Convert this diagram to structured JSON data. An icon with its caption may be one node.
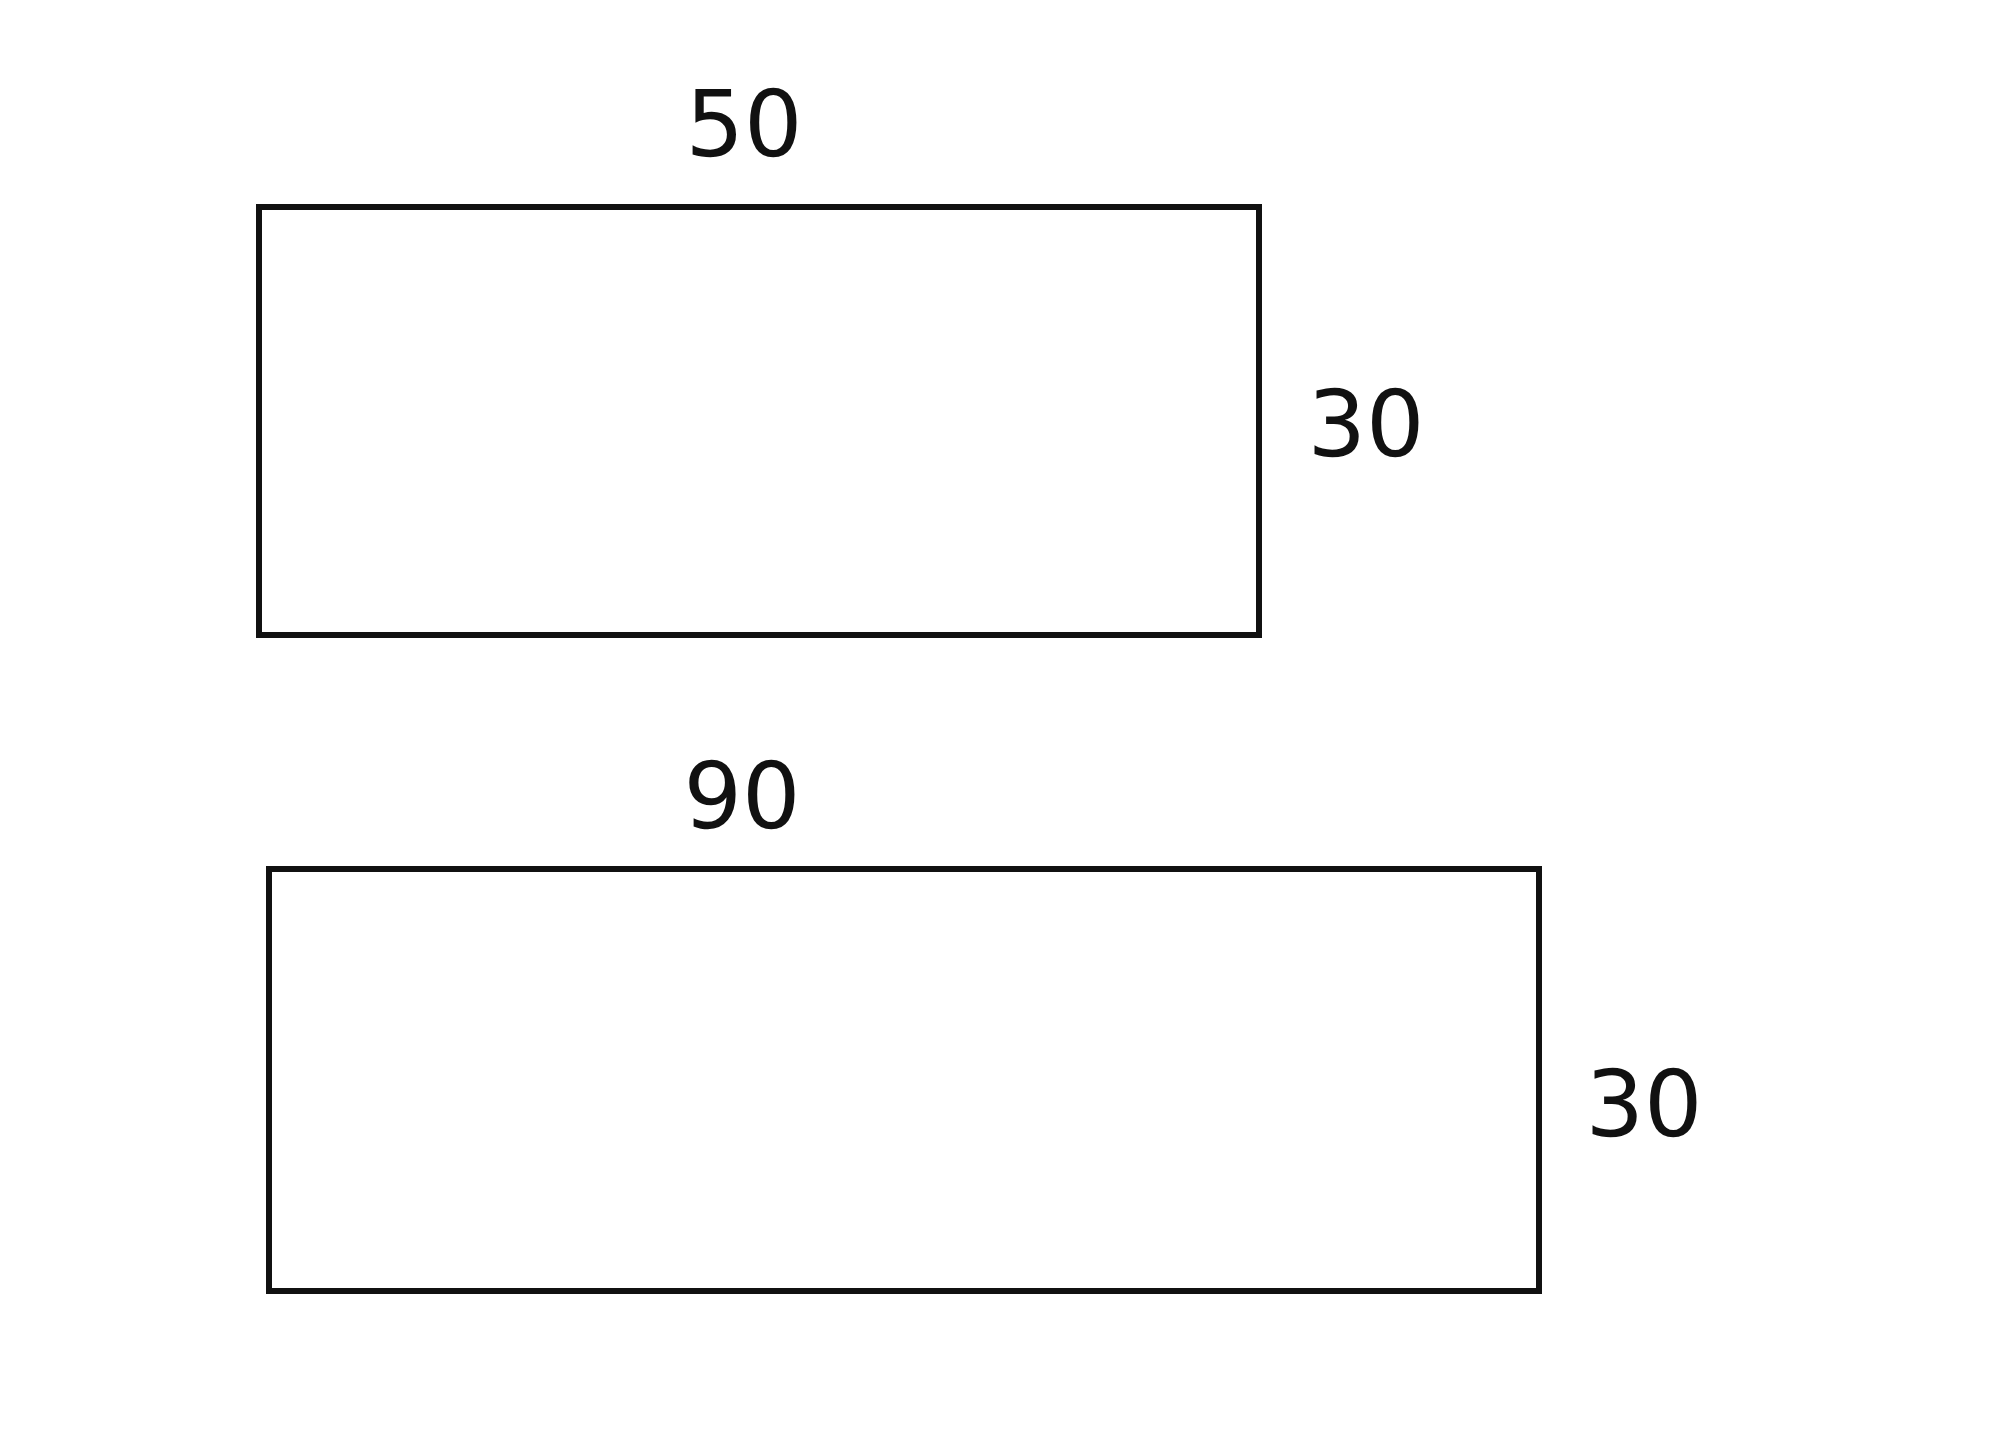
{
  "diagram": {
    "nodes": [
      {
        "text": [],
        "shape": "box"
      },
      {
        "text": [],
        "shape": "box"
      }
    ],
    "labels": [
      "50",
      "30",
      "90",
      "30"
    ]
  }
}
